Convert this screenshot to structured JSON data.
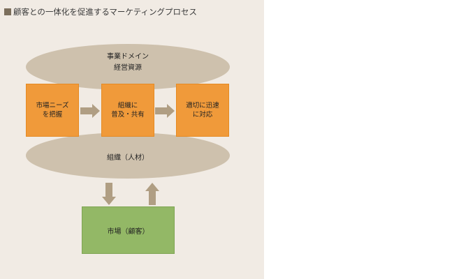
{
  "title": "顧客との一体化を促進するマーケティングプロセス",
  "top_ellipse": {
    "line1": "事業ドメイン",
    "line2": "経営資源"
  },
  "boxes": [
    {
      "line1": "市場ニーズ",
      "line2": "を把握"
    },
    {
      "line1": "組織に",
      "line2": "普及・共有"
    },
    {
      "line1": "適切に迅速",
      "line2": "に対応"
    }
  ],
  "bottom_ellipse": {
    "label": "組織（人材）"
  },
  "market": {
    "label": "市場（顧客）"
  },
  "colors": {
    "background": "#f1ebe4",
    "ellipse": "#cec1ad",
    "box": "#f09a3a",
    "arrow": "#b09e83",
    "market": "#93b866"
  }
}
